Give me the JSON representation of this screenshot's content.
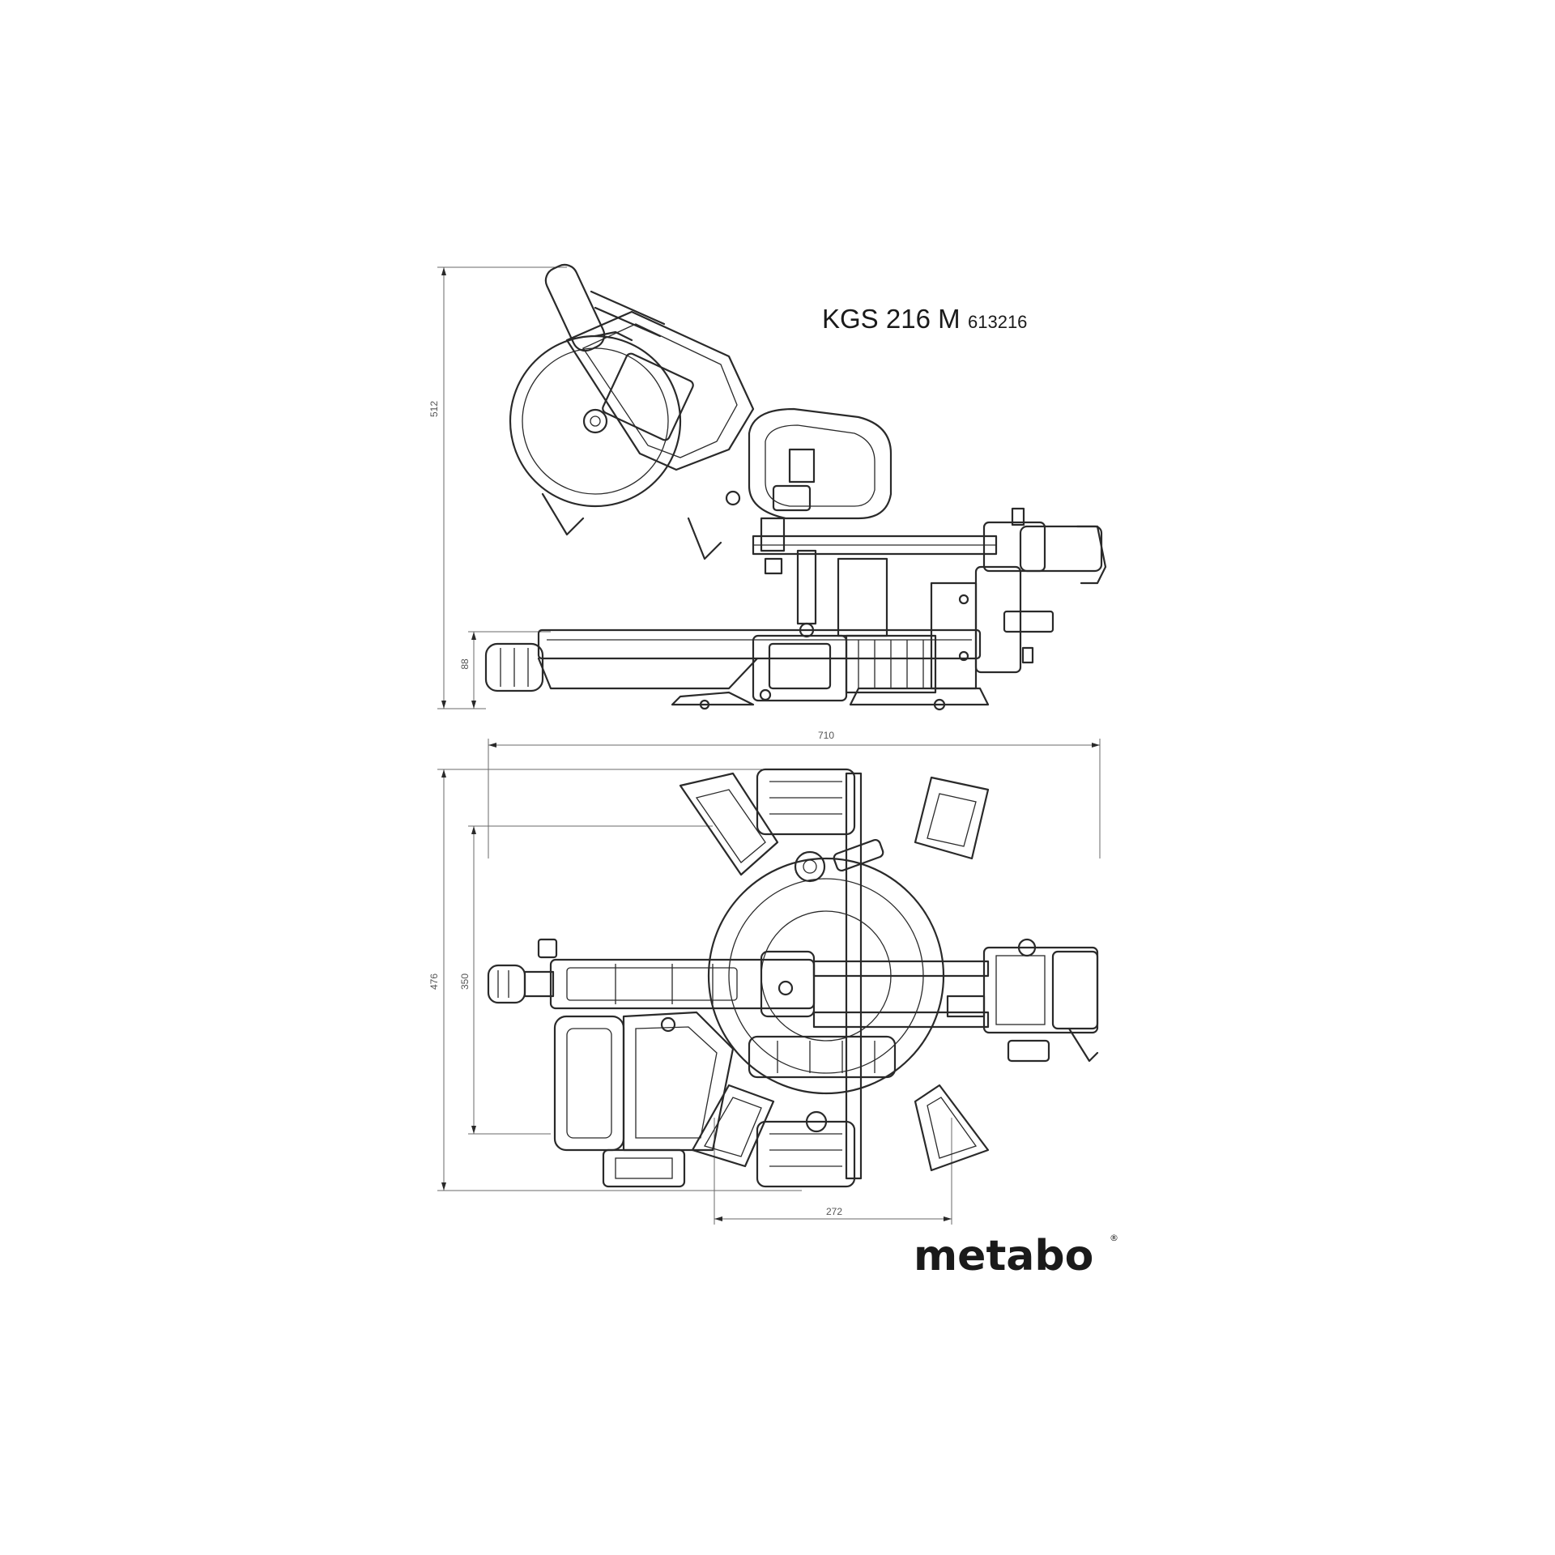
{
  "header": {
    "model": "KGS 216 M",
    "article_number": "613216"
  },
  "side_view": {
    "dimensions": {
      "height": "512",
      "base_height": "88"
    }
  },
  "top_view": {
    "dimensions": {
      "overall_width": "710",
      "overall_depth": "476",
      "table_depth": "350",
      "base_width": "272"
    }
  },
  "brand": {
    "logo_text": "metabo",
    "registered_mark": "®"
  },
  "colors": {
    "line": "#2a2a2a",
    "dimension": "#6a6a6a",
    "background": "#ffffff"
  }
}
